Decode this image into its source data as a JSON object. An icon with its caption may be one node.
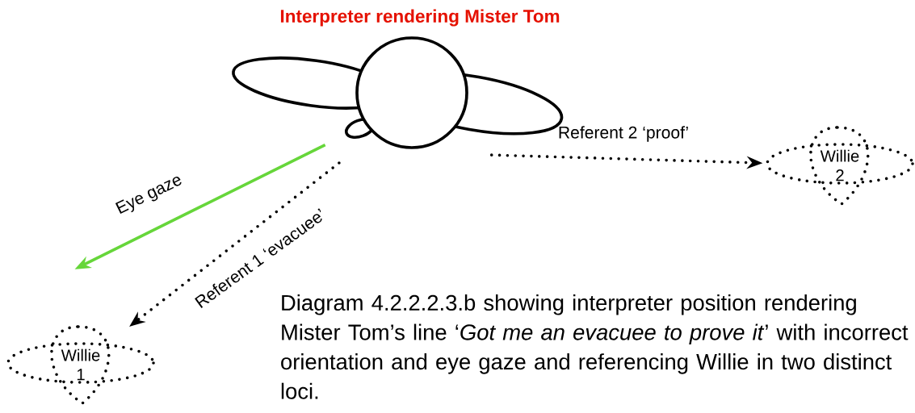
{
  "diagram": {
    "caption": "Diagram 4.2.2.2.3.b showing interpreter position rendering Mister Tom’s line ‘*Got me an evacuee to prove it*’ with incorrect orientation and eye gaze and referencing Willie in two distinct loci.",
    "nodes": [
      {
        "text": [
          "Interpreter rendering Mister Tom"
        ]
      },
      {
        "text": [
          "Willie 1"
        ]
      },
      {
        "text": [
          "Willie 2"
        ]
      }
    ],
    "edges": [
      {
        "from": 0,
        "to": null,
        "arrow": "to",
        "label": "Eye gaze",
        "color": "#66d63a"
      },
      {
        "from": 0,
        "to": 1,
        "arrow": "to",
        "label": "Referent 1 ‘evacuee’",
        "style": "dashed"
      },
      {
        "from": 0,
        "to": 2,
        "arrow": "to",
        "label": "Referent 2 ‘proof’",
        "style": "dashed"
      }
    ]
  }
}
